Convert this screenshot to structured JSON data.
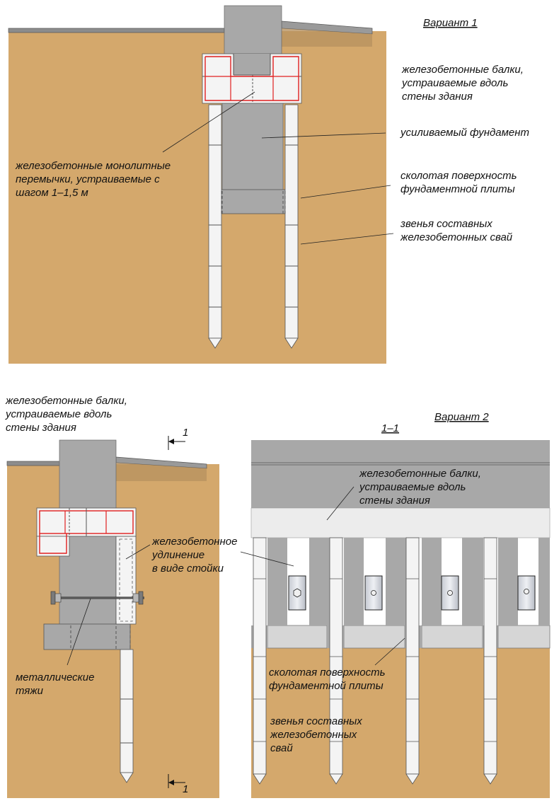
{
  "variant1": {
    "title": "Вариант 1",
    "labels": {
      "beams": [
        "железобетонные балки,",
        "устраиваемые вдоль",
        "стены здания"
      ],
      "foundation": [
        "усиливаемый фундамент"
      ],
      "lintels": [
        "железобетонные монолитные",
        "перемычки, устраиваемые с",
        "шагом 1–1,5 м"
      ],
      "chipped_surface": [
        "сколотая поверхность",
        "фундаментной плиты"
      ],
      "pile_links": [
        "звенья составных",
        "железобетонных свай"
      ]
    }
  },
  "variant2": {
    "title": "Вариант 2",
    "section_title": "1–1",
    "section_mark": "1",
    "labels": {
      "beams_top": [
        "железобетонные балки,",
        "устраиваемые вдоль",
        "стены здания"
      ],
      "beams_section": [
        "железобетонные балки,",
        "устраиваемые вдоль",
        "стены здания"
      ],
      "extension": [
        "железобетонное",
        "удлинение",
        "в виде стойки"
      ],
      "rods": [
        "металлические",
        "тяжи"
      ],
      "chipped_surface": [
        "сколотая поверхность",
        "фундаментной плиты"
      ],
      "pile_links": [
        "звенья составных",
        "железобетонных",
        "свай"
      ]
    }
  },
  "colors": {
    "soil": "#d4a86c",
    "concrete": "#a8a8a8",
    "pile": "#f4f4f4",
    "beam_outline": "#e02020",
    "beam_fill": "#f4f4f4",
    "section_band": "#ececec"
  }
}
